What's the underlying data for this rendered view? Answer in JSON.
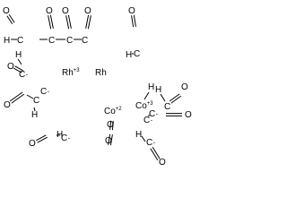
{
  "structure": {
    "atoms": {
      "oxygen": "O",
      "hydrogen": "H",
      "carbon": "C",
      "radical_carbon": "C·"
    },
    "metals": [
      {
        "element": "Rh",
        "charge": "+3"
      },
      {
        "element": "Rh",
        "charge": ""
      },
      {
        "element": "Co",
        "charge": "+2"
      },
      {
        "element": "Co",
        "charge": "+3"
      }
    ]
  }
}
